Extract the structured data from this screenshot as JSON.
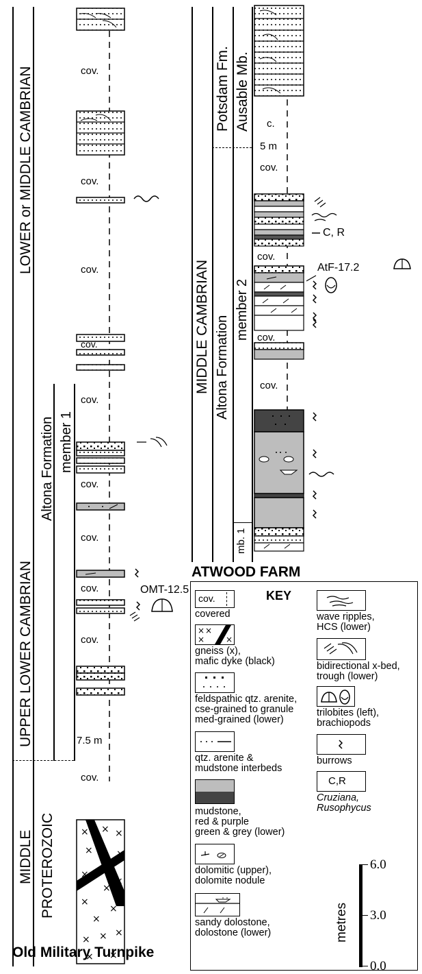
{
  "left_section": {
    "title": "Old Military Turnpike",
    "era_labels": {
      "lower_middle": "LOWER or MIDDLE CAMBRIAN",
      "upper_lower": "UPPER LOWER CAMBRIAN",
      "middle": "MIDDLE",
      "proterozoic": "PROTEROZOIC"
    },
    "formation": "Altona Formation",
    "member": "member 1",
    "covered_label": "cov.",
    "thickness_label": "7.5 m",
    "sample_label": "OMT-12.5"
  },
  "right_section": {
    "title": "ATWOOD FARM",
    "era_label": "MIDDLE CAMBRIAN",
    "formation_upper": "Potsdam Fm.",
    "member_upper": "Ausable Mb.",
    "formation_lower": "Altona Formation",
    "member_lower": "member 2",
    "member_basal": "mb. 1",
    "covered_label": "cov.",
    "c_label": "c.",
    "thickness_label": "5 m",
    "sample_label": "AtF-17.2",
    "trace_label": "C, R"
  },
  "key": {
    "heading": "KEY",
    "covered_swatch": "cov.",
    "covered": "covered",
    "gneiss_1": "gneiss (x),",
    "gneiss_2": "mafic dyke (black)",
    "feld_1": "feldspathic qtz. arenite,",
    "feld_2": "cse-grained to granule",
    "feld_3": "med-grained (lower)",
    "qtz_1": "qtz. arenite &",
    "qtz_2": "mudstone interbeds",
    "mud_1": "mudstone,",
    "mud_2": "red & purple",
    "mud_3": "green & grey (lower)",
    "dolo_1": "dolomitic (upper),",
    "dolo_2": "dolomite nodule",
    "sandy_1": "sandy dolostone,",
    "sandy_2": "dolostone (lower)",
    "wave_1": "wave ripples,",
    "wave_2": "HCS (lower)",
    "xbed_1": "bidirectional x-bed,",
    "xbed_2": "trough (lower)",
    "trilo_1": "trilobites (left),",
    "trilo_2": "brachiopods",
    "burrows": "burrows",
    "cr_swatch": "C,R",
    "cruz_1": "Cruziana,",
    "cruz_2": "Rusophycus",
    "scale_label": "metres",
    "scale_top": "6.0",
    "scale_mid": "3.0",
    "scale_bot": "0.0"
  }
}
